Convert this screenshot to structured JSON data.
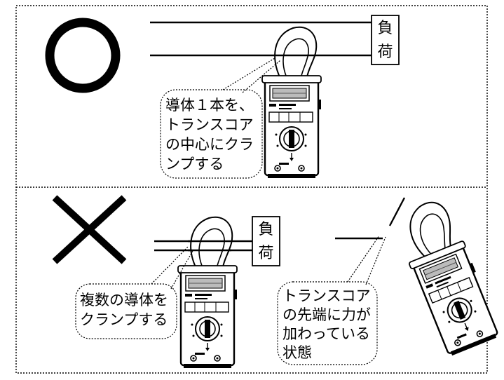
{
  "good_panel": {
    "mark": "circle",
    "load_label": [
      "負",
      "荷"
    ],
    "callout_lines": [
      "導体１本を、",
      "トランスコア",
      "の中心にクラ",
      "ンプする"
    ]
  },
  "bad_panel": {
    "mark": "cross",
    "load_label": [
      "負",
      "荷"
    ],
    "callout_multi_lines": [
      "複数の導体を",
      "クランプする"
    ],
    "callout_tip_lines": [
      "トランスコア",
      "の先端に力が",
      "加わっている",
      "状態"
    ]
  },
  "colors": {
    "line": "#000000",
    "background": "#ffffff"
  }
}
